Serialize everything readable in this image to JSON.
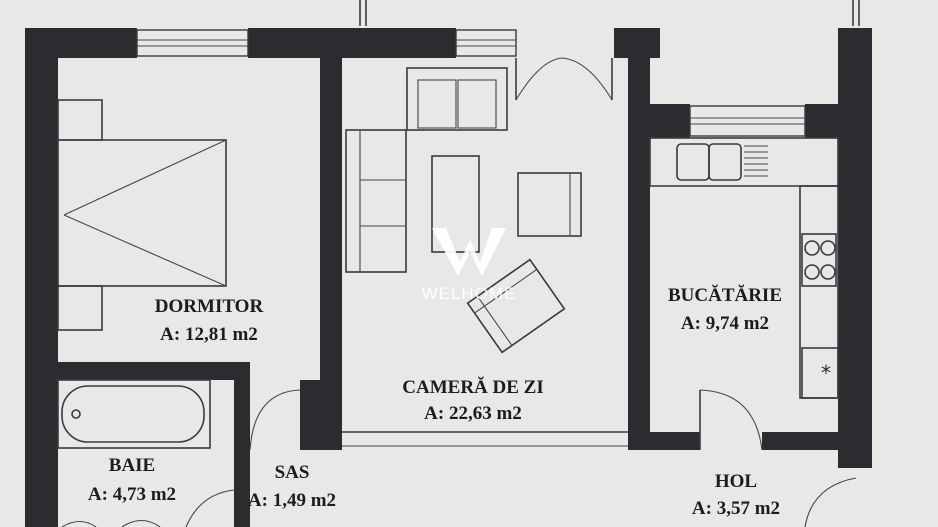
{
  "rooms": {
    "dormitor": {
      "name": "DORMITOR",
      "area": "A: 12,81 m2"
    },
    "camera_de_zi": {
      "name": "CAMERĂ DE ZI",
      "area": "A: 22,63 m2"
    },
    "bucatarie": {
      "name": "BUCĂTĂRIE",
      "area": "A: 9,74 m2"
    },
    "baie": {
      "name": "BAIE",
      "area": "A: 4,73 m2"
    },
    "sas": {
      "name": "SAS",
      "area": "A: 1,49 m2"
    },
    "hol": {
      "name": "HOL",
      "area": "A: 3,57 m2"
    }
  },
  "watermark": {
    "brand": "WELHOME"
  },
  "colors": {
    "wall": "#2b2b30",
    "paper": "#e9e8e6",
    "watermark": "#ffffff"
  },
  "icons": {
    "watermark": "w-logo-icon",
    "bed": "bed-icon",
    "sofa": "sofa-icon",
    "sink": "sink-icon",
    "stove": "stove-icon",
    "bathtub": "bathtub-icon"
  }
}
